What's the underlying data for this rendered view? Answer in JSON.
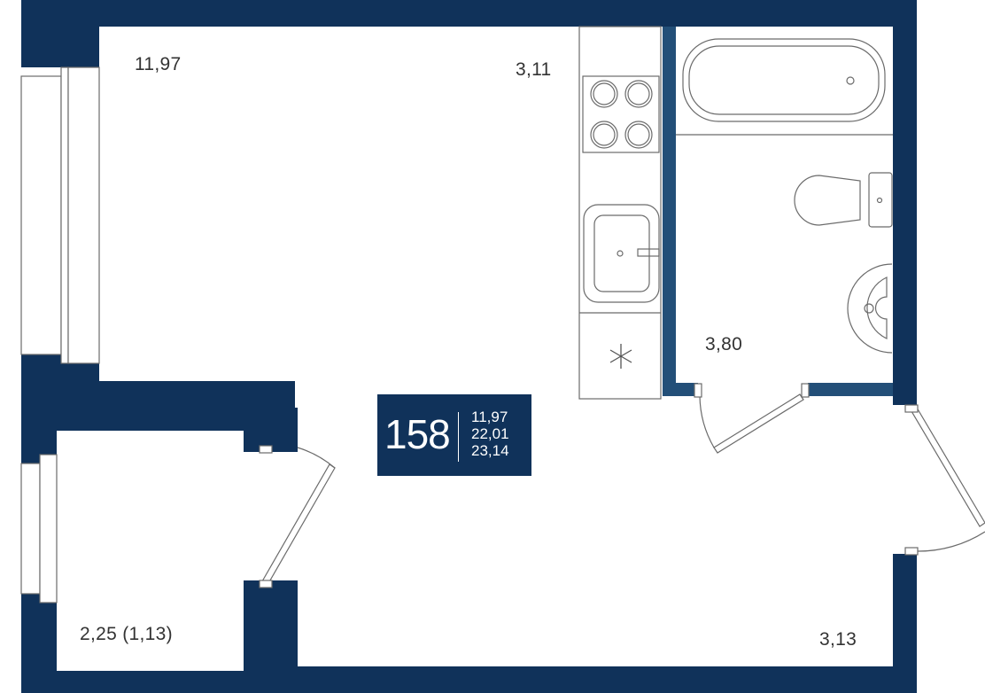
{
  "rooms": {
    "main_room_area": "11,97",
    "kitchen_area": "3,11",
    "bathroom_area": "3,80",
    "hall_area": "3,13",
    "balcony_area": "2,25 (1,13)"
  },
  "apartment": {
    "number": "158",
    "living_area": "11,97",
    "area_without_balcony": "22,01",
    "total_area": "23,14"
  },
  "colors": {
    "wall": "#10325a",
    "partition": "#234f78",
    "line": "#6b6b6b"
  }
}
